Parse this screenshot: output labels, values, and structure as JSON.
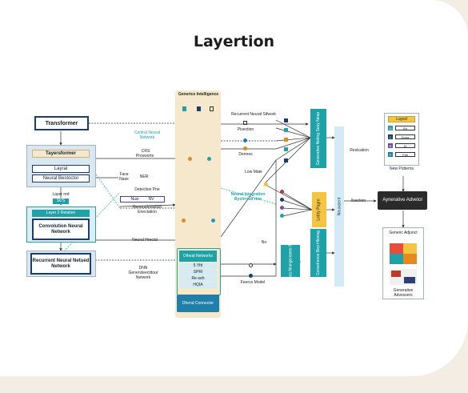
{
  "title": "Layertion",
  "left": {
    "transformer": "Transformer",
    "tayerformer": "Tayersformer",
    "layral": "Layral",
    "neural_bestoctor": "Neural Bestoctor",
    "layer_red": "Layer red",
    "layer_red_tag": "S6'S",
    "layer_relation": "Layer 2 Relation",
    "convolution": "Convolution Neural Network",
    "recurrent": "Recurrent Neural Netued Network"
  },
  "flow_labels": {
    "central": "Central Neural Network",
    "crs": "CRS",
    "prosworts": "Prosworts",
    "face_nase": "Face Nase",
    "ner": "NER",
    "detection": "Detection Pne",
    "nusi": "Nusi",
    "nv": "NV",
    "generation": "Generationwtion Enectation",
    "neural_hrecial": "Neural Hrecial",
    "dnn": "DNN",
    "gene": "Genersteecittour Network"
  },
  "center": {
    "title": "Generice Intelligence",
    "btn1": "Diheat Networks",
    "btn2": "5.Yfd",
    "btn3": "SPRI",
    "btn4": "Re-seh",
    "btn5": "HQIA",
    "dark": "Dheral Connecter"
  },
  "mid_labels": {
    "recurrent_sfwork": "Recurrent Neural Sifwork",
    "pisection": "Pisection",
    "dennes": "Dennes",
    "low_mate": "Low Mate",
    "neural_integration": "Neural Integration Bychroud rine",
    "no": "No",
    "feerce": "Feerce Model"
  },
  "teal_boxes": {
    "t1": "Generative Neting Seey Neap",
    "t2": "Letrty Pagre",
    "t3": "Gereelrence Bep Hleviag",
    "t4": "Beelnea Nneigenseee Netwp"
  },
  "right": {
    "restcation": "Restcation",
    "ilsection": "Ilsection",
    "neuwpent": "Neuwpent",
    "aggregate": "Aynerative Advetol",
    "layed": "Layed",
    "items": [
      "Bh",
      "Duna",
      "Di",
      "Pdti"
    ],
    "item_tags": [
      "G",
      "C",
      "B",
      "P"
    ],
    "new_potterns": "New Potterns",
    "generic_adjunct": "Generic Adjunct",
    "generative_advessers": "Generative Advessers"
  },
  "colors": {
    "teal": "#1fa1a8",
    "navy": "#1d3c6e",
    "beige": "#f6e8cc",
    "orange": "#e58a1f",
    "yellow": "#f4c542",
    "light_blue": "#d3ebf5"
  }
}
